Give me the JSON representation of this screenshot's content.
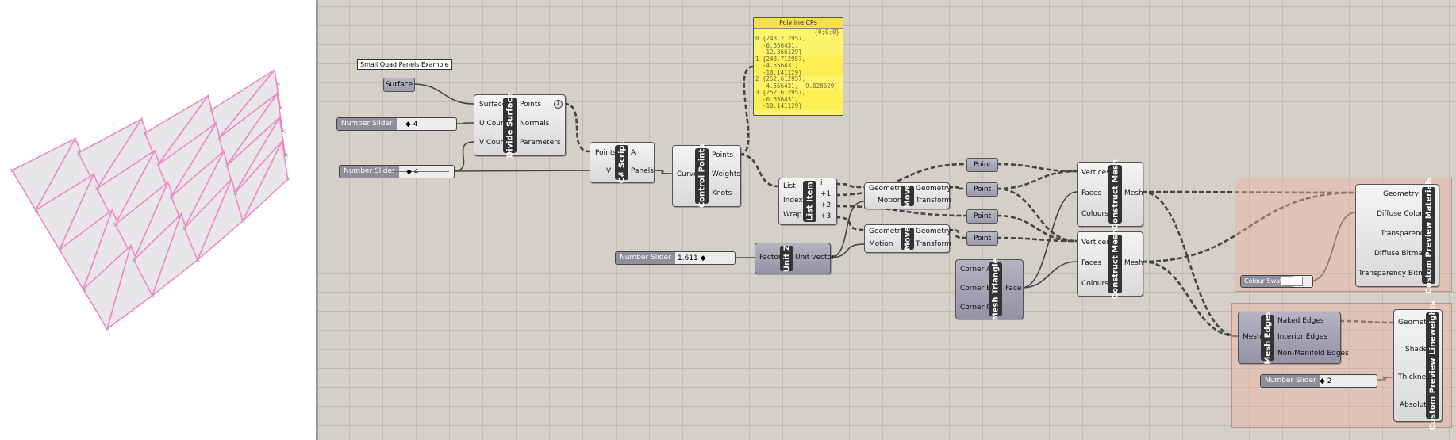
{
  "viewport": {
    "panel_color": "#f2b8d8",
    "face_color": "#e8e6e8",
    "edge_color": "#ee88c8"
  },
  "scribble": {
    "text": "Small Quad Panels Example"
  },
  "surface_param": {
    "label": "Surface"
  },
  "sliders": [
    {
      "label": "Number Slider",
      "value": "4"
    },
    {
      "label": "Number Slider",
      "value": "4"
    },
    {
      "label": "Number Slider",
      "value": "1.611"
    },
    {
      "label": "Number Slider",
      "value": "2"
    }
  ],
  "divide_surface": {
    "title": "Divide Surface",
    "inputs": [
      "Surface",
      "U Count",
      "V Count"
    ],
    "outputs": [
      "Points",
      "Normals",
      "Parameters"
    ]
  },
  "csharp": {
    "title": "C# Script",
    "inputs": [
      "Points",
      "V"
    ],
    "outputs": [
      "A",
      "Panels"
    ]
  },
  "control_points": {
    "title": "Control Points",
    "inputs": [
      "Curve"
    ],
    "outputs": [
      "Points",
      "Weights",
      "Knots"
    ]
  },
  "panel": {
    "title": "Polyline CPs",
    "path": "{0;0;0}",
    "rows": [
      {
        "index": "0",
        "text": "{248.712957, -0.656431, -12.366129}"
      },
      {
        "index": "1",
        "text": "{248.712957, -4.556431, -10.141129}"
      },
      {
        "index": "2",
        "text": "{252.612957, -4.556431, -9.028629}"
      },
      {
        "index": "3",
        "text": "{252.612957, -0.656431, -10.141129}"
      }
    ]
  },
  "list_item": {
    "title": "List Item",
    "inputs": [
      "List",
      "Index",
      "Wrap"
    ],
    "outputs": [
      "i",
      "+1",
      "+2",
      "+3"
    ]
  },
  "unit_z": {
    "title": "Unit Z",
    "inputs": [
      "Factor"
    ],
    "outputs": [
      "Unit vector"
    ]
  },
  "move1": {
    "title": "Move",
    "inputs": [
      "Geometry",
      "Motion"
    ],
    "outputs": [
      "Geometry",
      "Transform"
    ]
  },
  "move2": {
    "title": "Move",
    "inputs": [
      "Geometry",
      "Motion"
    ],
    "outputs": [
      "Geometry",
      "Transform"
    ]
  },
  "points": [
    {
      "label": "Point"
    },
    {
      "label": "Point"
    },
    {
      "label": "Point"
    },
    {
      "label": "Point"
    }
  ],
  "mesh_triangle": {
    "title": "Mesh Triangle",
    "inputs": [
      "Corner A",
      "Corner B",
      "Corner C"
    ],
    "outputs": [
      "Face"
    ]
  },
  "construct_mesh1": {
    "title": "Construct Mesh",
    "inputs": [
      "Vertices",
      "Faces",
      "Colours"
    ],
    "outputs": [
      "Mesh"
    ]
  },
  "construct_mesh2": {
    "title": "Construct Mesh",
    "inputs": [
      "Vertices",
      "Faces",
      "Colours"
    ],
    "outputs": [
      "Mesh"
    ]
  },
  "custom_preview_materials": {
    "title": "Custom Preview Materials",
    "inputs": [
      "Geometry",
      "Diffuse Color",
      "Transparency",
      "Diffuse Bitmap",
      "Transparency Bitmap"
    ]
  },
  "colour_swatch": {
    "label": "Colour Swatch"
  },
  "mesh_edges": {
    "title": "Mesh Edges",
    "inputs": [
      "Mesh"
    ],
    "outputs": [
      "Naked Edges",
      "Interior Edges",
      "Non-Manifold Edges"
    ]
  },
  "custom_preview_lineweights": {
    "title": "Custom Preview Lineweights",
    "inputs": [
      "Geometry",
      "Shader",
      "Thickness",
      "Absolute"
    ]
  }
}
